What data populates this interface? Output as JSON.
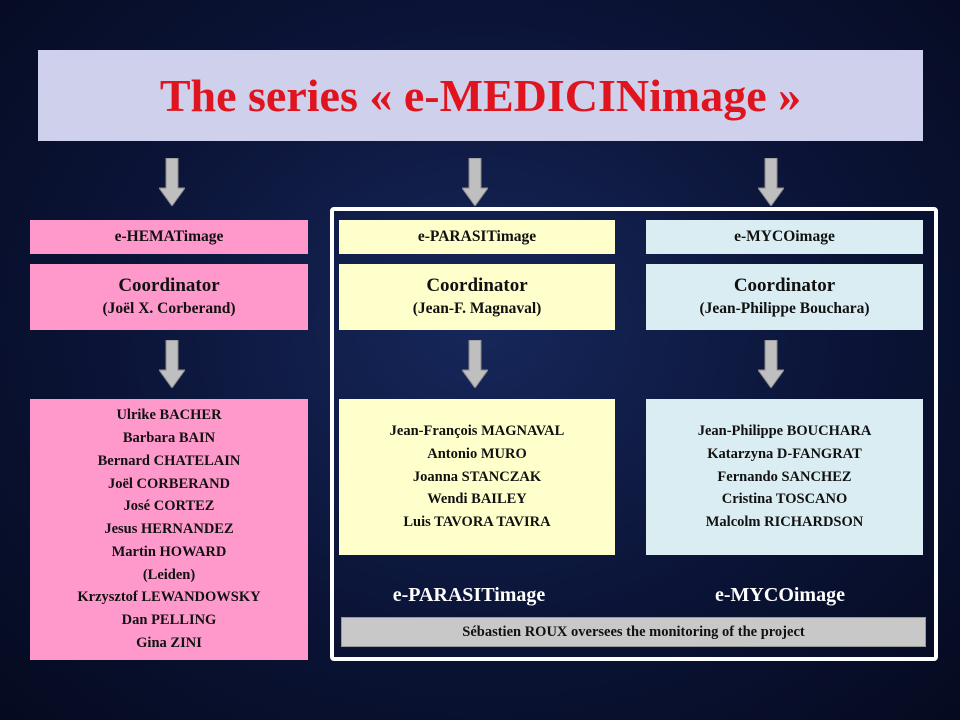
{
  "title": "The series « e-MEDICINimage »",
  "colors": {
    "title_text": "#e0141e",
    "title_bg": "#cfd0ec",
    "hema": "#ff99cc",
    "parasit": "#ffffcc",
    "myco": "#d9edf3",
    "arrow": "#bfbfbf",
    "background": "#0b1437"
  },
  "columns": [
    {
      "name": "e-HEMATimage",
      "coordinator_label": "Coordinator",
      "coordinator_name": "(Joël X. Corberand)",
      "members": [
        "Ulrike BACHER",
        "Barbara BAIN",
        "Bernard CHATELAIN",
        "Joël CORBERAND",
        "José CORTEZ",
        "Jesus HERNANDEZ",
        "Martin HOWARD",
        "(Leiden)",
        "Krzysztof LEWANDOWSKY",
        "Dan PELLING",
        "Gina ZINI"
      ]
    },
    {
      "name": "e-PARASITimage",
      "coordinator_label": "Coordinator",
      "coordinator_name": "(Jean-F. Magnaval)",
      "members": [
        "Jean-François MAGNAVAL",
        "Antonio MURO",
        "Joanna STANCZAK",
        "Wendi BAILEY",
        "Luis TAVORA TAVIRA"
      ]
    },
    {
      "name": "e-MYCOimage",
      "coordinator_label": "Coordinator",
      "coordinator_name": "(Jean-Philippe Bouchara)",
      "members": [
        "Jean-Philippe BOUCHARA",
        "Katarzyna D-FANGRAT",
        "Fernando SANCHEZ",
        "Cristina TOSCANO",
        "Malcolm RICHARDSON"
      ]
    }
  ],
  "footer_labels": [
    "e-PARASITimage",
    "e-MYCOimage"
  ],
  "monitor_note": "Sébastien ROUX oversees the monitoring of the project"
}
